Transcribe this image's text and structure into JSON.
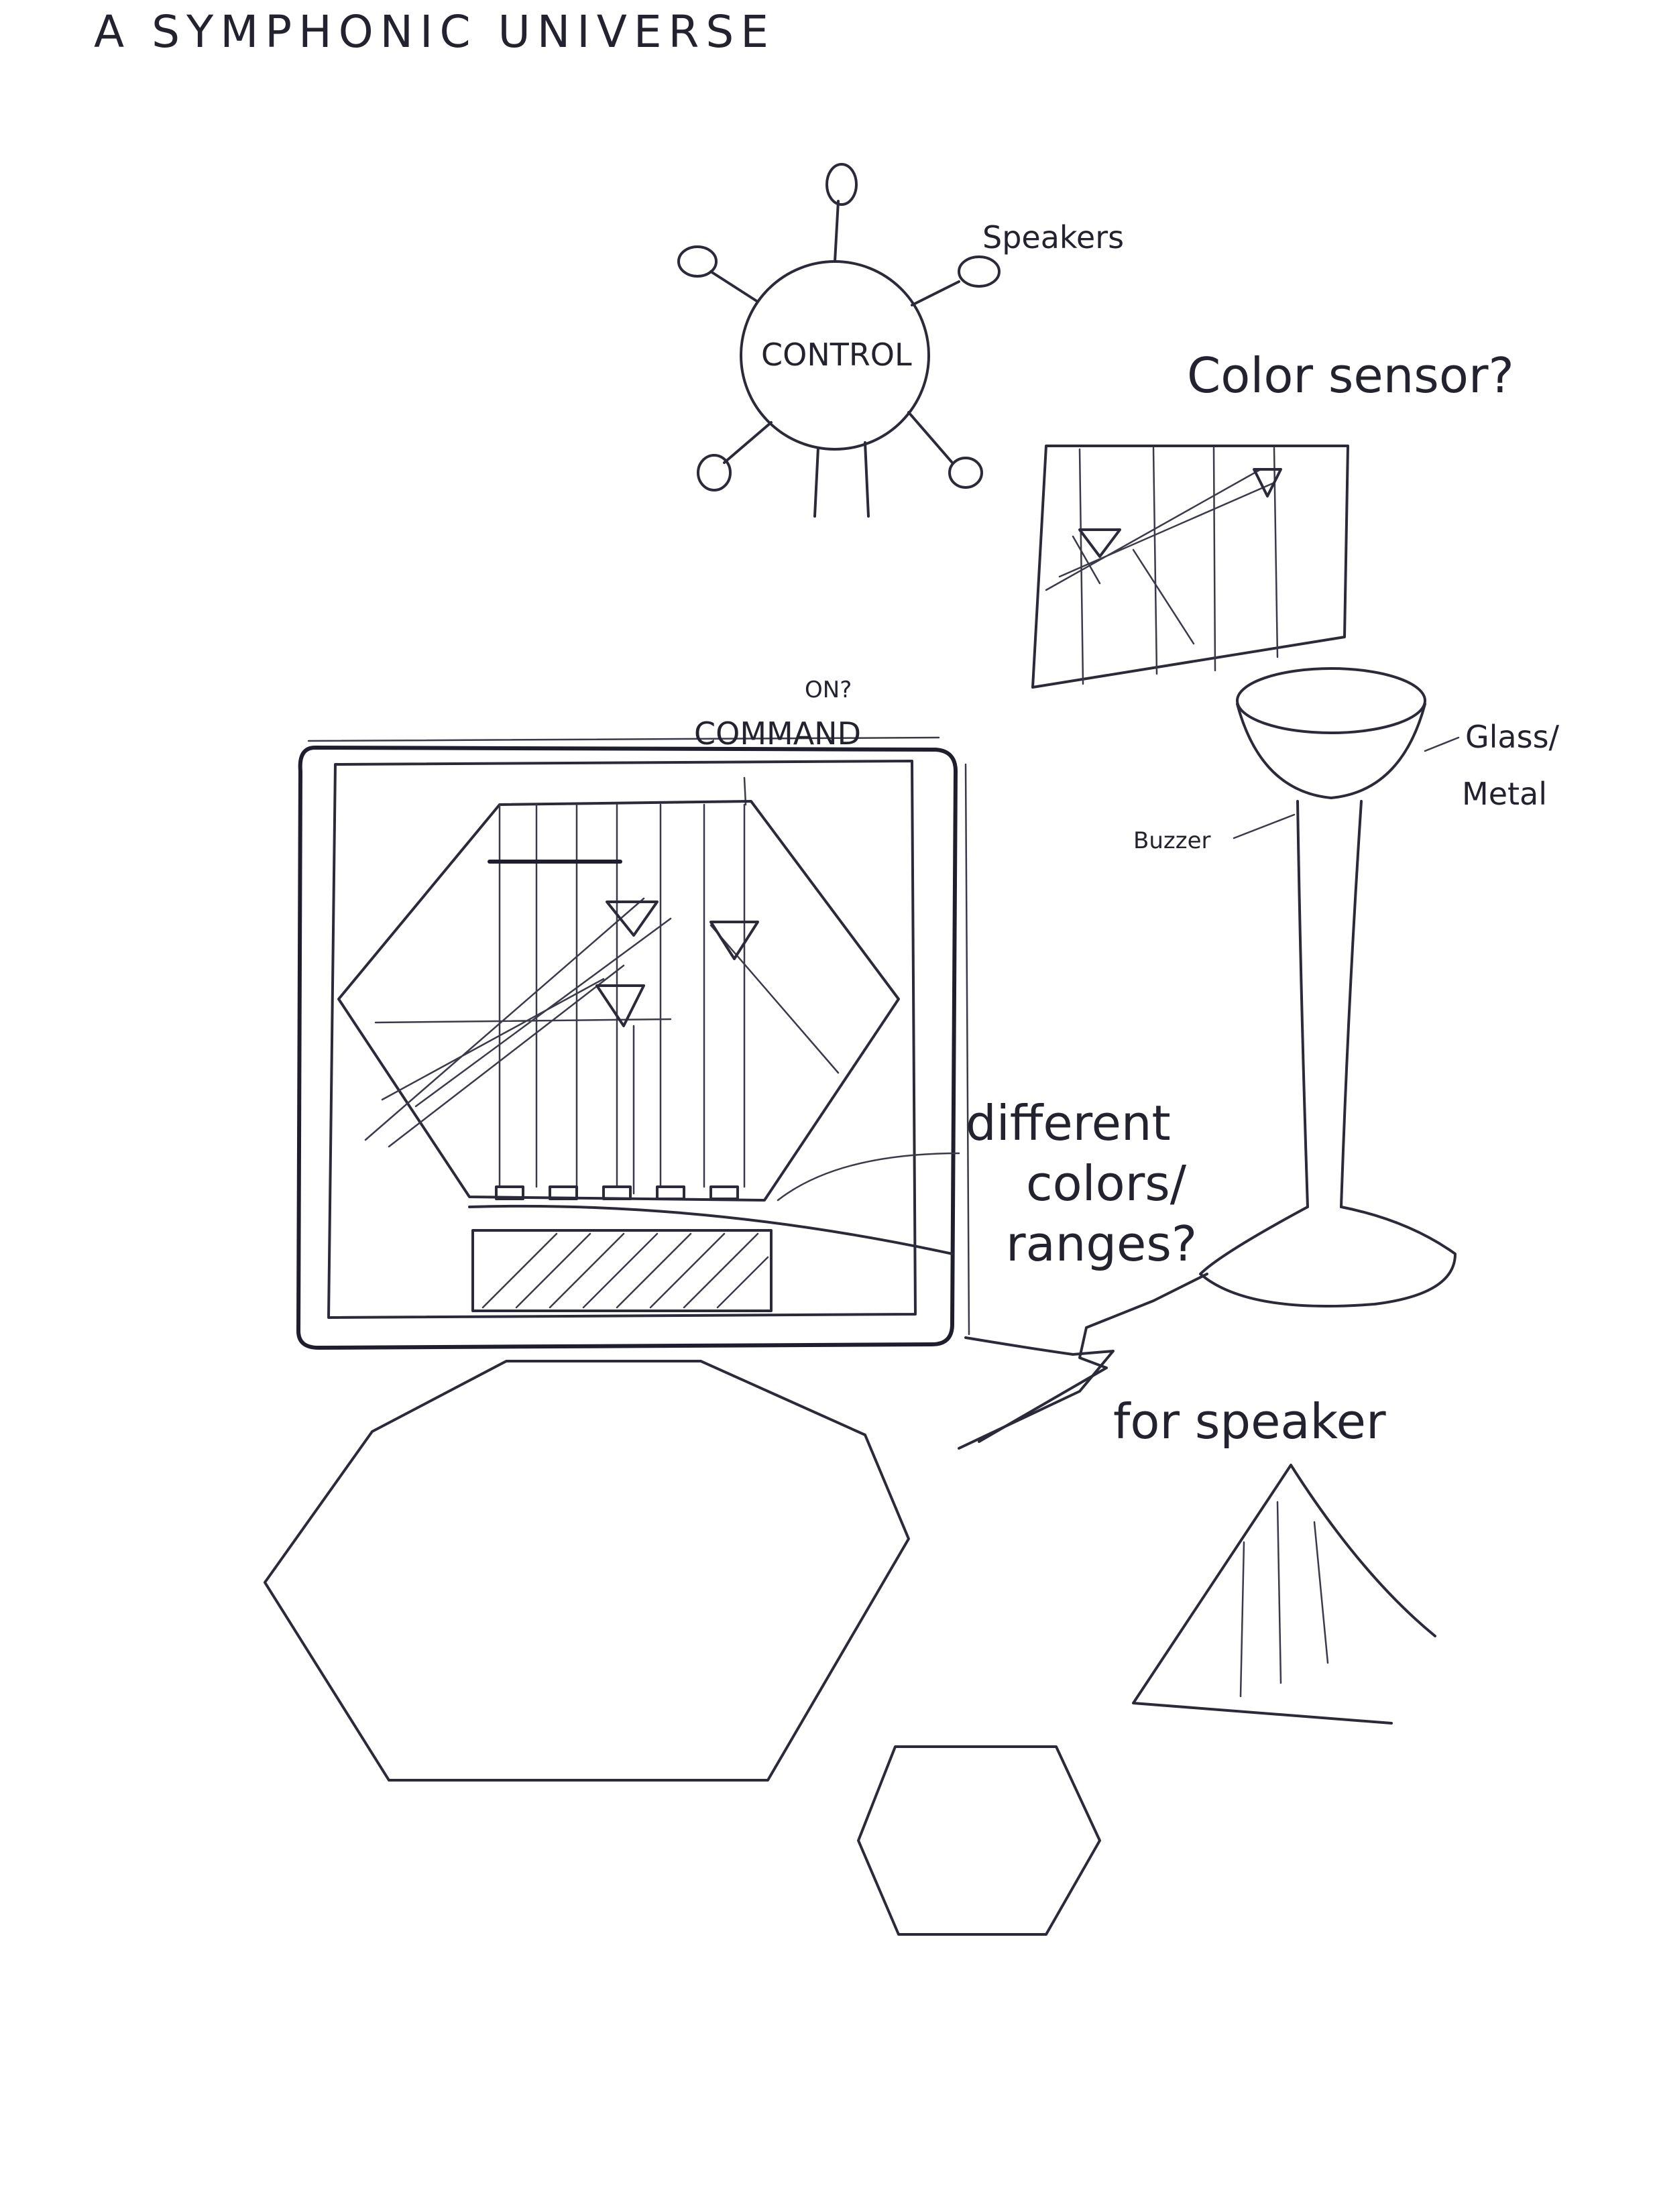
{
  "title": "A SYMPHONIC UNIVERSE",
  "labels": {
    "control": "CONTROL",
    "speakers": "Speakers",
    "color_sensor": "Color sensor?",
    "on_command": "ON?",
    "command": "COMMAND",
    "glass_metal_1": "Glass/",
    "glass_metal_2": "Metal",
    "buzzer": "Buzzer",
    "different_1": "different",
    "different_2": "colors/",
    "different_3": "ranges?",
    "for_speaker": "for speaker"
  },
  "colors": {
    "ink": "#2a2a3a",
    "paper": "#ffffff"
  }
}
